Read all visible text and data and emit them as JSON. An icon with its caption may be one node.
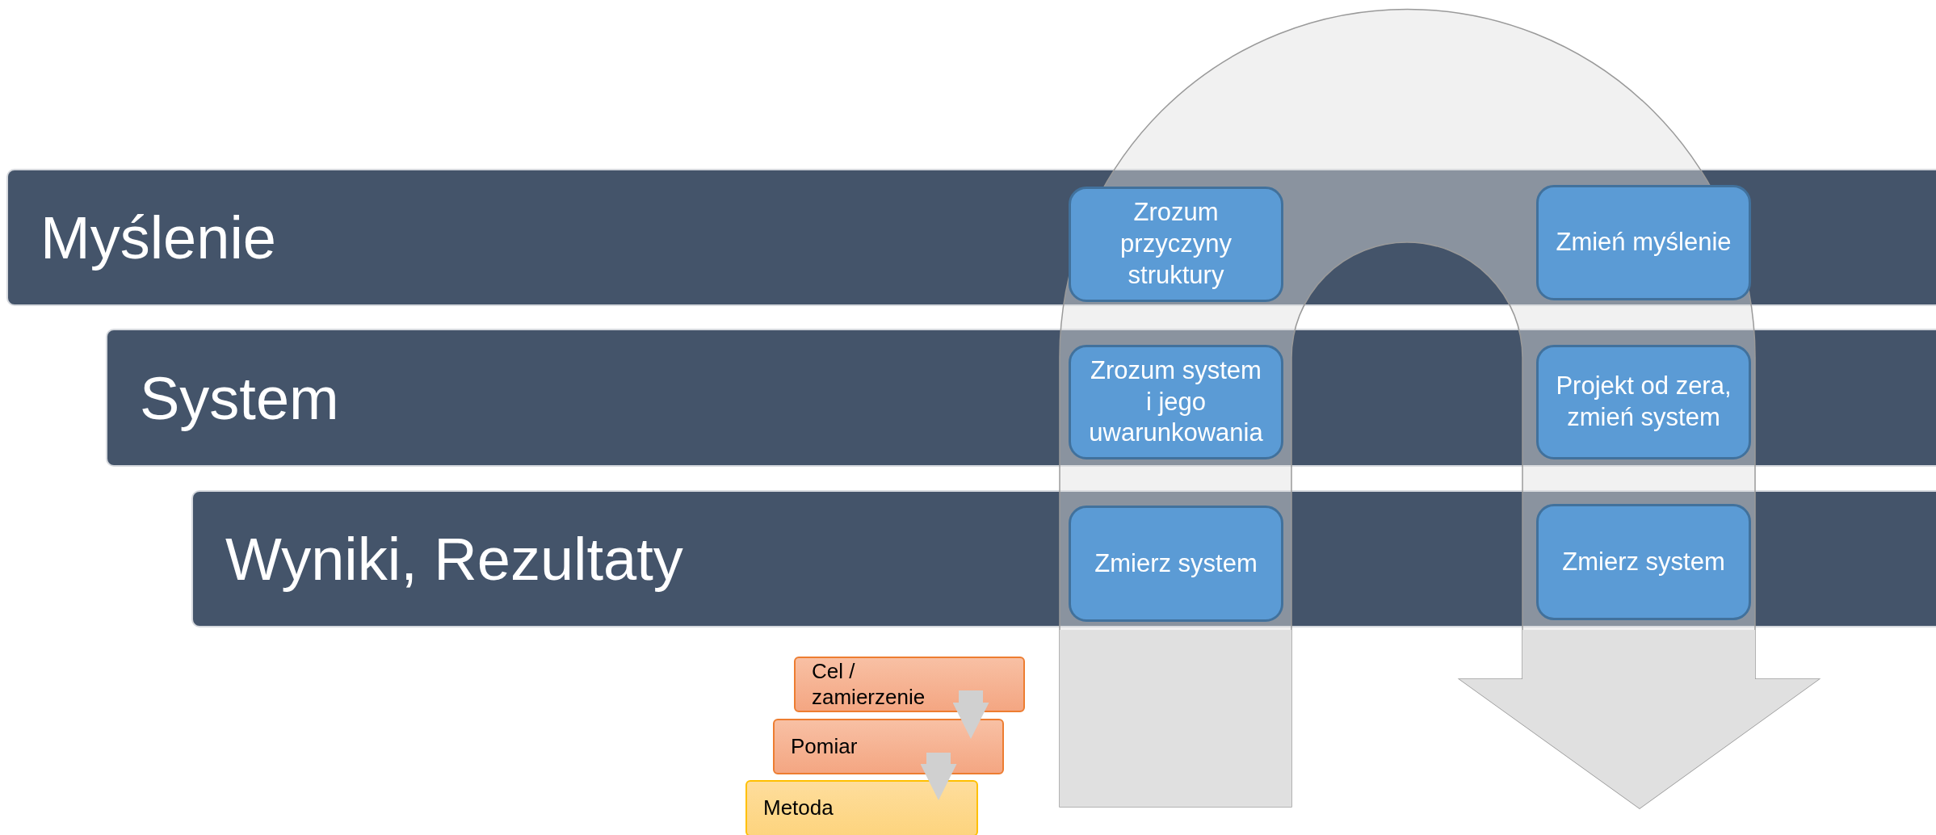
{
  "diagram": {
    "nodes": [
      {
        "text": [
          "Myślenie"
        ]
      },
      {
        "text": [
          "System"
        ]
      },
      {
        "text": [
          "Wyniki, Rezultaty"
        ]
      },
      {
        "text": [
          "Zrozum przyczyny struktury"
        ],
        "in": 0
      },
      {
        "text": [
          "Zmień myślenie"
        ],
        "in": 0
      },
      {
        "text": [
          "Zrozum system i jego uwarunkowania"
        ],
        "in": 1
      },
      {
        "text": [
          "Projekt od zera, zmień system"
        ],
        "in": 1
      },
      {
        "text": [
          "Zmierz system"
        ],
        "in": 2
      },
      {
        "text": [
          "Zmierz system"
        ],
        "in": 2
      },
      {
        "text": [
          "Cel / zamierzenie"
        ]
      },
      {
        "text": [
          "Pomiar"
        ]
      },
      {
        "text": [
          "Metoda"
        ]
      }
    ],
    "edges": [
      {
        "from": 9,
        "to": 10,
        "arrow": "to"
      },
      {
        "from": 10,
        "to": 11,
        "arrow": "to"
      }
    ]
  }
}
